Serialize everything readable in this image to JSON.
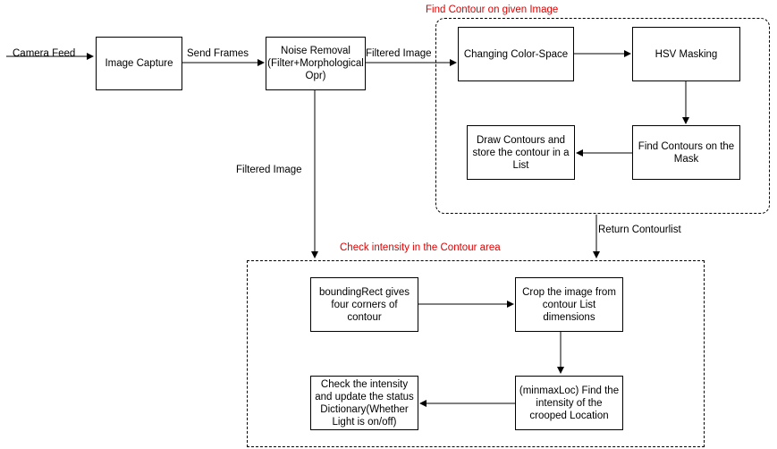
{
  "camera_feed_label": "Camera Feed",
  "send_frames_label": "Send Frames",
  "filtered_image_label_1": "Filtered Image",
  "filtered_image_label_2": "Filtered Image",
  "return_contourlist_label": "Return Contourlist",
  "group_find_contour_title": "Find Contour on given Image",
  "group_check_intensity_title": "Check intensity in the Contour area",
  "image_capture": "Image Capture",
  "noise_removal": "Noise Removal (Filter+Morphological Opr)",
  "changing_color_space": "Changing Color-Space",
  "hsv_masking": "HSV Masking",
  "find_contours_mask": "Find Contours on the Mask",
  "draw_contours": "Draw Contours and store the contour in a List",
  "bounding_rect": "boundingRect gives four corners of contour",
  "crop_image": "Crop the image from contour List dimensions",
  "find_intensity": "(minmaxLoc) Find the intensity of the crooped Location",
  "check_intensity": "Check the intensity and update the status Dictionary(Whether Light is on/off)",
  "colors": {
    "title_red": "#e00000",
    "line": "#000000"
  }
}
